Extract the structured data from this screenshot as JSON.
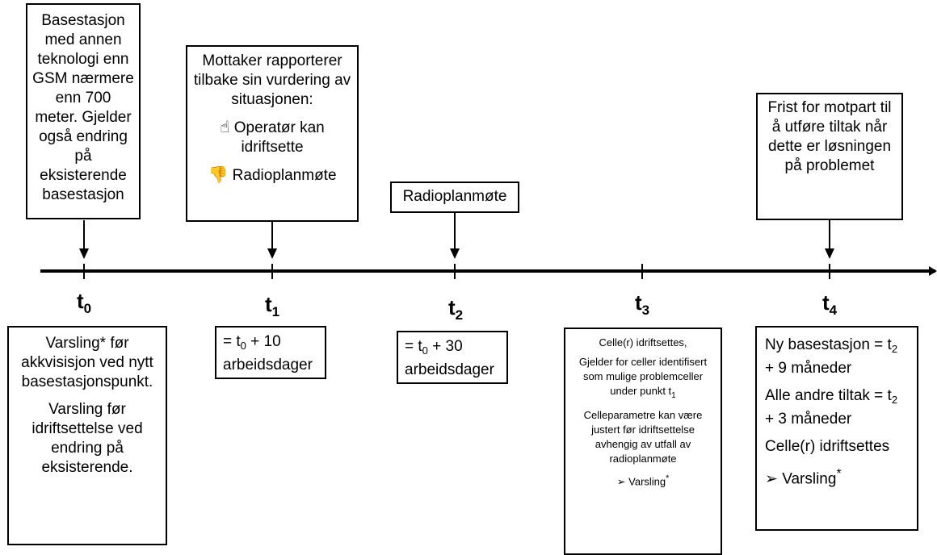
{
  "timeline": {
    "ticks": [
      {
        "main": "t",
        "sub": "0"
      },
      {
        "main": "t",
        "sub": "1"
      },
      {
        "main": "t",
        "sub": "2"
      },
      {
        "main": "t",
        "sub": "3"
      },
      {
        "main": "t",
        "sub": "4"
      }
    ]
  },
  "top_boxes": {
    "t0": "Basestasjon med annen teknologi enn GSM nærmere enn 700 meter. Gjelder også endring på eksisterende basestasjon",
    "t1": {
      "intro": "Mottaker rapporterer tilbake sin vurdering av situasjonen:",
      "option_yes": "Operatør kan idriftsette",
      "option_no": "Radioplanmøte",
      "icon_yes": "thumbs-up-icon",
      "icon_no": "thumbs-down-icon"
    },
    "t2": "Radioplanmøte",
    "t4": "Frist for motpart til å utføre tiltak når dette er løsningen på problemet"
  },
  "bottom_boxes": {
    "t0": {
      "p1": "Varsling* før akkvisisjon ved nytt basestasjonspunkt.",
      "p2": "Varsling før idriftsettelse ved endring på eksisterende."
    },
    "t1": {
      "prefix": "= t",
      "sub": "0",
      "rest": " + 10",
      "line2": "arbeidsdager"
    },
    "t2": {
      "prefix": "= t",
      "sub": "0",
      "rest": " + 30",
      "line2": "arbeidsdager"
    },
    "t3": {
      "p1": "Celle(r) idriftsettes,",
      "p2a": "Gjelder for celler identifisert som mulige problemceller under punkt t",
      "p2sub": "1",
      "p3": "Celleparametre kan være justert før idriftsettelse avhengig av utfall av radioplanmøte",
      "p4": "➢ Varsling",
      "p4sup": "*"
    },
    "t4": {
      "p1a": "Ny basestasjon = t",
      "p1sub": "2",
      "p1b": " + 9 måneder",
      "p2a": "Alle andre tiltak = t",
      "p2sub": "2",
      "p2b": " + 3 måneder",
      "p3": "Celle(r) idriftsettes",
      "p4": "➢ Varsling",
      "p4sup": "*"
    }
  }
}
